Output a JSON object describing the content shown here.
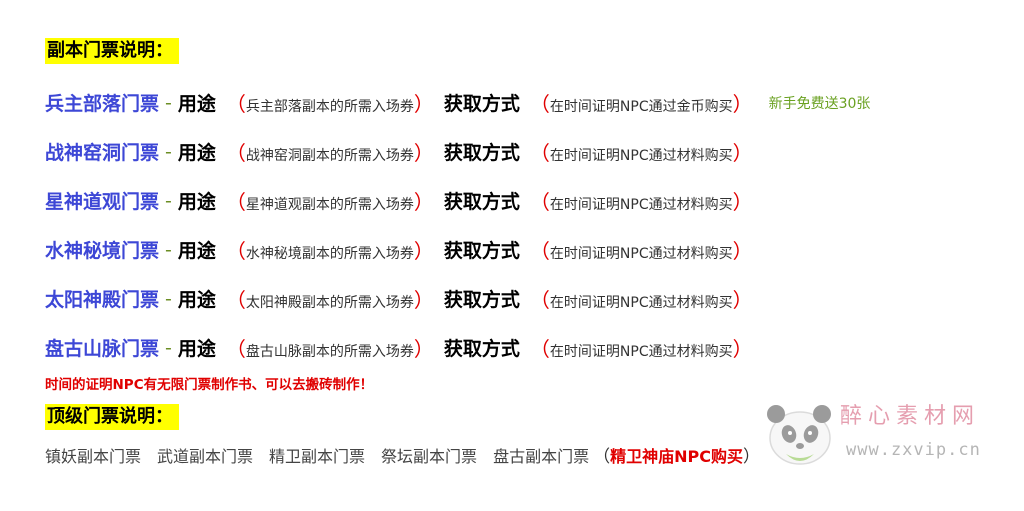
{
  "section1": {
    "title": "副本门票说明："
  },
  "tickets": [
    {
      "name": "兵主部落门票",
      "sep": "-",
      "use_label": "用途",
      "use_open": "（",
      "use_text": "兵主部落副本的所需入场券",
      "use_close": "）",
      "get_label": "获取方式",
      "get_open": "（",
      "get_text": "在时间证明NPC通过金币购买",
      "get_close": "）",
      "bonus": "新手免费送30张"
    },
    {
      "name": "战神窑洞门票",
      "sep": "-",
      "use_label": "用途",
      "use_open": "（",
      "use_text": "战神窑洞副本的所需入场券",
      "use_close": "）",
      "get_label": "获取方式",
      "get_open": "（",
      "get_text": "在时间证明NPC通过材料购买",
      "get_close": "）",
      "bonus": ""
    },
    {
      "name": "星神道观门票",
      "sep": "-",
      "use_label": "用途",
      "use_open": "（",
      "use_text": "星神道观副本的所需入场券",
      "use_close": "）",
      "get_label": "获取方式",
      "get_open": "（",
      "get_text": "在时间证明NPC通过材料购买",
      "get_close": "）",
      "bonus": ""
    },
    {
      "name": "水神秘境门票",
      "sep": "-",
      "use_label": "用途",
      "use_open": "（",
      "use_text": "水神秘境副本的所需入场券",
      "use_close": "）",
      "get_label": "获取方式",
      "get_open": "（",
      "get_text": "在时间证明NPC通过材料购买",
      "get_close": "）",
      "bonus": ""
    },
    {
      "name": "太阳神殿门票",
      "sep": "-",
      "use_label": "用途",
      "use_open": "（",
      "use_text": "太阳神殿副本的所需入场券",
      "use_close": "）",
      "get_label": "获取方式",
      "get_open": "（",
      "get_text": "在时间证明NPC通过材料购买",
      "get_close": "）",
      "bonus": ""
    },
    {
      "name": "盘古山脉门票",
      "sep": "-",
      "use_label": "用途",
      "use_open": "（",
      "use_text": "盘古山脉副本的所需入场券",
      "use_close": "）",
      "get_label": "获取方式",
      "get_open": "（",
      "get_text": "在时间证明NPC通过材料购买",
      "get_close": "）",
      "bonus": ""
    }
  ],
  "note": "时间的证明NPC有无限门票制作书、可以去搬砖制作！",
  "section2": {
    "title": "顶级门票说明："
  },
  "top_tickets": {
    "items": [
      "镇妖副本门票",
      "武道副本门票",
      "精卫副本门票",
      "祭坛副本门票",
      "盘古副本门票"
    ],
    "paren_open": "（",
    "source": "精卫神庙NPC购买",
    "paren_close": "）"
  },
  "watermark": {
    "cn": "醉心素材网",
    "url": "www.zxvip.cn",
    "icon": "panda-icon"
  },
  "colors": {
    "highlight": "#ffff00",
    "ticket_name": "#3d47d6",
    "separator": "#6b8e23",
    "paren_red": "#e00000",
    "bonus_green": "#6aa121"
  }
}
